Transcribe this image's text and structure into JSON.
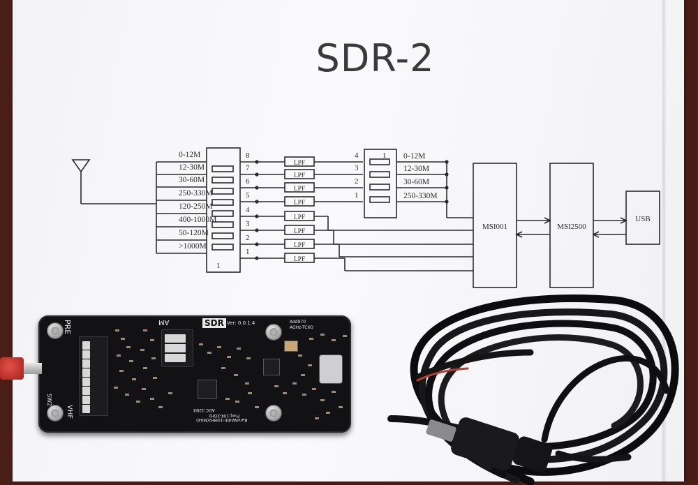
{
  "title": "SDR-2",
  "schematic": {
    "input_bands": [
      "0-12M",
      "12-30M",
      "30-60M",
      "250-330M",
      "120-250M",
      "400-1000M",
      "50-120M",
      ">1000M"
    ],
    "left_channel_numbers": [
      "8",
      "7",
      "6",
      "5",
      "4",
      "3",
      "2",
      "1"
    ],
    "filter_label": "LPF",
    "right_channel_numbers": [
      "4",
      "3",
      "2",
      "1"
    ],
    "output_bands": [
      "0-12M",
      "12-30M",
      "30-60M",
      "250-330M"
    ],
    "switch_left_mark": "1",
    "switch_right_mark": "1",
    "blocks": {
      "tuner": "MSI001",
      "adc": "MSI2500",
      "usb": "USB"
    }
  },
  "pcb": {
    "logo": "SDR",
    "version": "Ver: 0.0.1.4",
    "left_label": "PRE",
    "left_label_2": "VHF",
    "mode_label": "AM",
    "bottom_text": "ADC:12Bit",
    "bottom_text_2": "BandWidth:10MHz(MAX)",
    "bottom_text_3": "Freq:10K-2GHz",
    "right_text": "Add970",
    "right_text_2": "AGHz-TCXO",
    "sw_label": "SW2"
  },
  "colors": {
    "paper": "#f5f5f7",
    "table": "#4a1e16",
    "pcb": "#121214",
    "connector": "#c0281e",
    "cable": "#141416"
  }
}
